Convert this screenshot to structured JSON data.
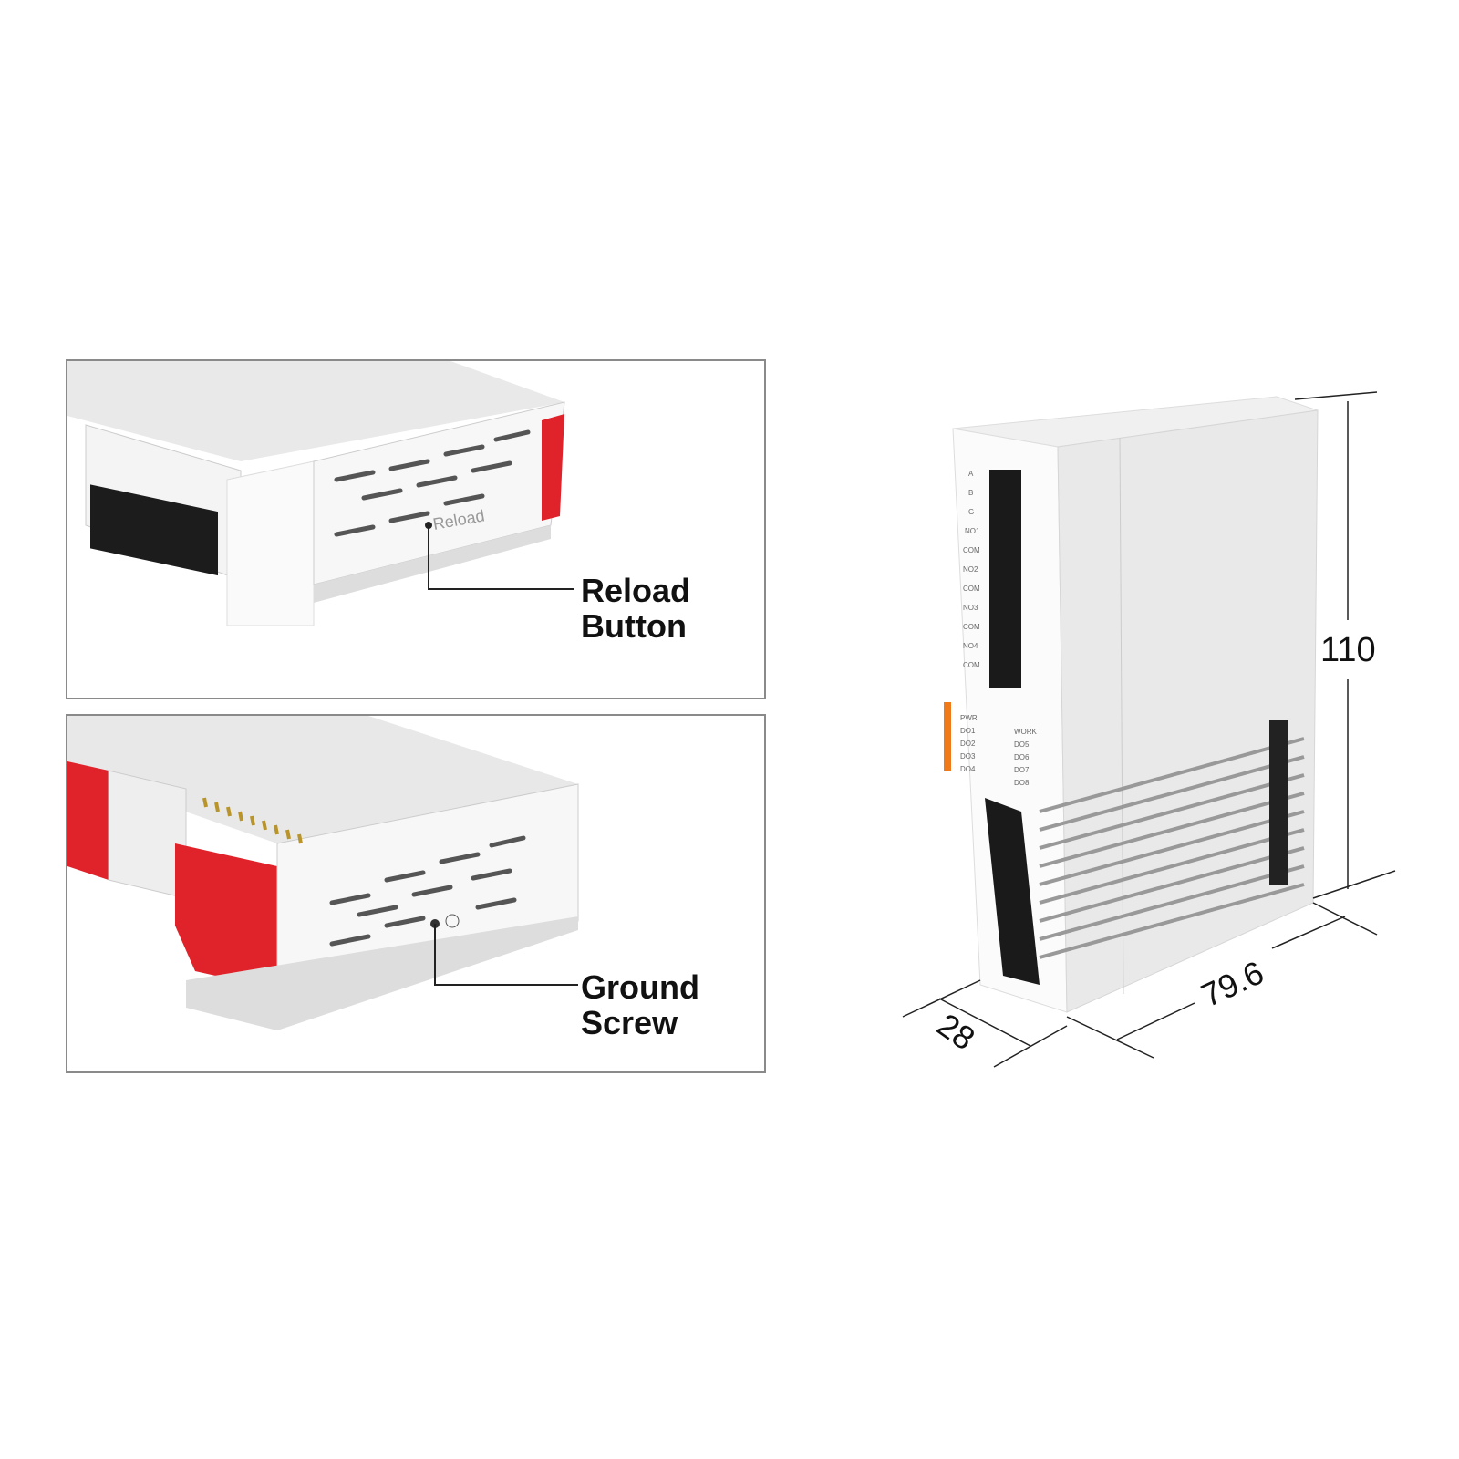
{
  "callouts": {
    "reload": [
      "Reload",
      "Button"
    ],
    "ground": [
      "Ground",
      "Screw"
    ]
  },
  "embossed_label": "Reload",
  "dimensions": {
    "height": "110",
    "depth": "79.6",
    "width": "28"
  },
  "terminal_labels_top": [
    "A",
    "B",
    "G",
    "NO1",
    "COM",
    "NO2",
    "COM",
    "NO3",
    "COM",
    "NO4",
    "COM"
  ],
  "led_labels_left": [
    "PWR",
    "DO1",
    "DO2",
    "DO3",
    "DO4"
  ],
  "led_labels_right": [
    "WORK",
    "DO5",
    "DO6",
    "DO7",
    "DO8"
  ],
  "colors": {
    "accent_red": "#e0232b",
    "accent_orange": "#f07a1a",
    "body": "#ececec",
    "terminal": "#1a1a1a"
  }
}
